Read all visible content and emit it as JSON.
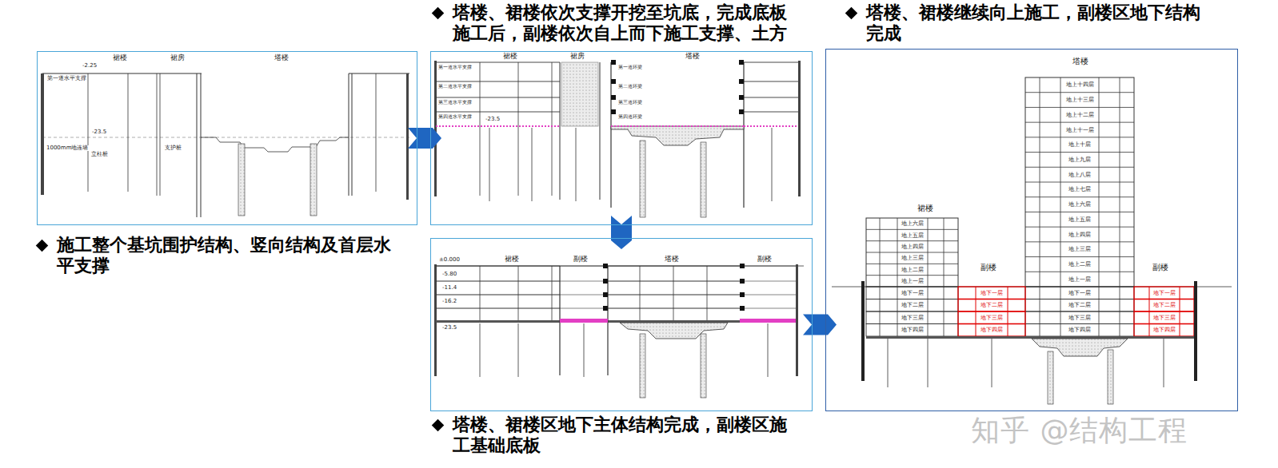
{
  "diagram": {
    "nodes": [
      {
        "text": [
          "施工整个基坑围护结构、竖向结构及首层水平支撑"
        ]
      },
      {
        "text": [
          "塔楼、裙楼依次支撑开挖至坑底，完成底板施工后，副楼依次自上而下施工支撑、土方"
        ]
      },
      {
        "text": [
          "塔楼、裙楼区地下主体结构完成，副楼区施工基础底板"
        ]
      },
      {
        "text": [
          "塔楼、裙楼继续向上施工，副楼区地下结构完成"
        ]
      }
    ],
    "edges": [
      {
        "from": 0,
        "to": 1,
        "arrow": "to"
      },
      {
        "from": 1,
        "to": 2,
        "arrow": "to"
      },
      {
        "from": 2,
        "to": 3,
        "arrow": "to"
      }
    ],
    "labels": [
      "裙楼",
      "裙房",
      "塔楼",
      "-2.25",
      "第一道水平支撑",
      "-23.5",
      "1000mm地连墙",
      "立柱桩",
      "支护桩",
      "裙楼",
      "裙房",
      "塔楼",
      "第一道水平支撑",
      "第二道水平支撑",
      "第三道水平支撑",
      "第四道水平支撑",
      "第一道环梁",
      "第二道环梁",
      "第三道环梁",
      "第四道环梁",
      "-23.5",
      "裙楼",
      "副楼",
      "塔楼",
      "副楼",
      "±0.000",
      "-5.80",
      "-11.4",
      "-16.2",
      "-23.5",
      "塔楼",
      "裙楼",
      "副楼",
      "副楼",
      "地上十四层",
      "地上十三层",
      "地上十二层",
      "地上十一层",
      "地上十层",
      "地上九层",
      "地上八层",
      "地上七层",
      "地上六层",
      "地上五层",
      "地上四层",
      "地上三层",
      "地上二层",
      "地上一层",
      "地下一层",
      "地下二层",
      "地下三层",
      "地下四层",
      "地上六层",
      "地上五层",
      "地上四层",
      "地上三层",
      "地上二层",
      "地上一层",
      "地下一层",
      "地下二层",
      "地下三层",
      "地下四层",
      "地下一层",
      "地下二层",
      "地下三层",
      "地下四层",
      "地下一层",
      "地下二层",
      "地下三层",
      "地下四层",
      "知乎 @结构工程"
    ]
  }
}
